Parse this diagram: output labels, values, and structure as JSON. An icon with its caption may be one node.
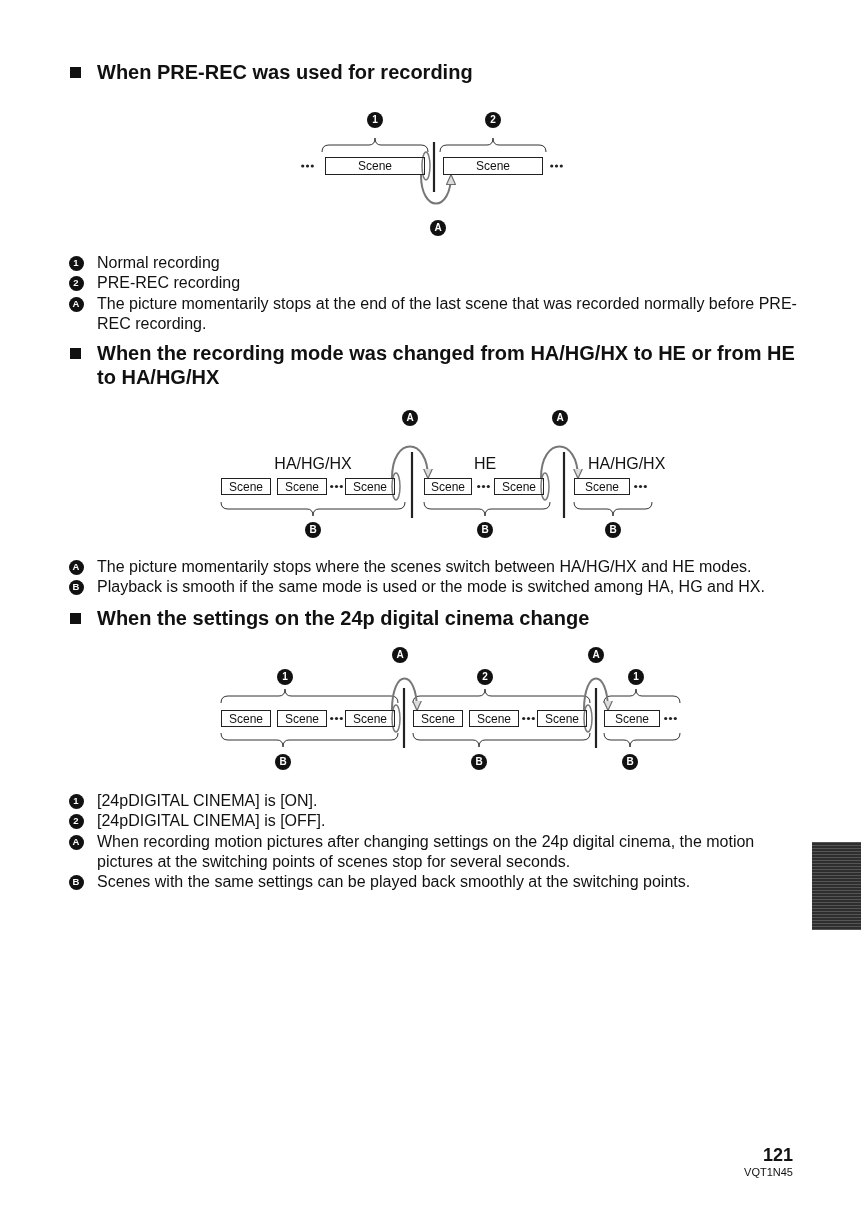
{
  "diagram": {
    "nodes": [
      {
        "text": [
          "Scene"
        ]
      },
      {
        "text": [
          "Scene"
        ]
      },
      {
        "text": [
          "Scene"
        ]
      },
      {
        "text": [
          "Scene"
        ]
      },
      {
        "text": [
          "Scene"
        ]
      },
      {
        "text": [
          "Scene"
        ]
      },
      {
        "text": [
          "Scene"
        ]
      },
      {
        "text": [
          "Scene"
        ]
      },
      {
        "text": [
          "Scene"
        ]
      },
      {
        "text": [
          "Scene"
        ]
      },
      {
        "text": [
          "Scene"
        ]
      },
      {
        "text": [
          "Scene"
        ]
      },
      {
        "text": [
          "Scene"
        ]
      },
      {
        "text": [
          "Scene"
        ]
      },
      {
        "text": [
          "Scene"
        ]
      }
    ],
    "edges": [
      {
        "from": 0,
        "to": 1,
        "arrow": "to"
      },
      {
        "from": 4,
        "to": 5,
        "arrow": "to"
      },
      {
        "from": 6,
        "to": 7,
        "arrow": "to"
      },
      {
        "from": 10,
        "to": 11,
        "arrow": "to"
      },
      {
        "from": 13,
        "to": 14,
        "arrow": "to"
      }
    ],
    "labels": [
      "When PRE-REC was used for recording",
      "1",
      "2",
      "A",
      "1",
      "Normal recording",
      "2",
      "PRE-REC recording",
      "A",
      "The picture momentarily stops at the end of the last scene that was recorded normally before PRE-REC recording.",
      "When the recording mode was changed from HA/HG/HX to HE or from HE to HA/HG/HX",
      "A",
      "A",
      "HA/HG/HX",
      "HE",
      "HA/HG/HX",
      "B",
      "B",
      "B",
      "A",
      "The picture momentarily stops where the scenes switch between HA/HG/HX and HE modes.",
      "B",
      "Playback is smooth if the same mode is used or the mode is switched among HA, HG and HX.",
      "When the settings on the 24p digital cinema change",
      "A",
      "A",
      "1",
      "2",
      "1",
      "B",
      "B",
      "B",
      "1",
      "[24pDIGITAL CINEMA] is [ON].",
      "2",
      "[24pDIGITAL CINEMA] is [OFF].",
      "A",
      "When recording motion pictures after changing settings on the 24p digital cinema, the motion pictures at the switching points of scenes stop for several seconds.",
      "B",
      "Scenes with the same settings can be played back smoothly at the switching points.",
      "121",
      "VQT1N45"
    ]
  }
}
